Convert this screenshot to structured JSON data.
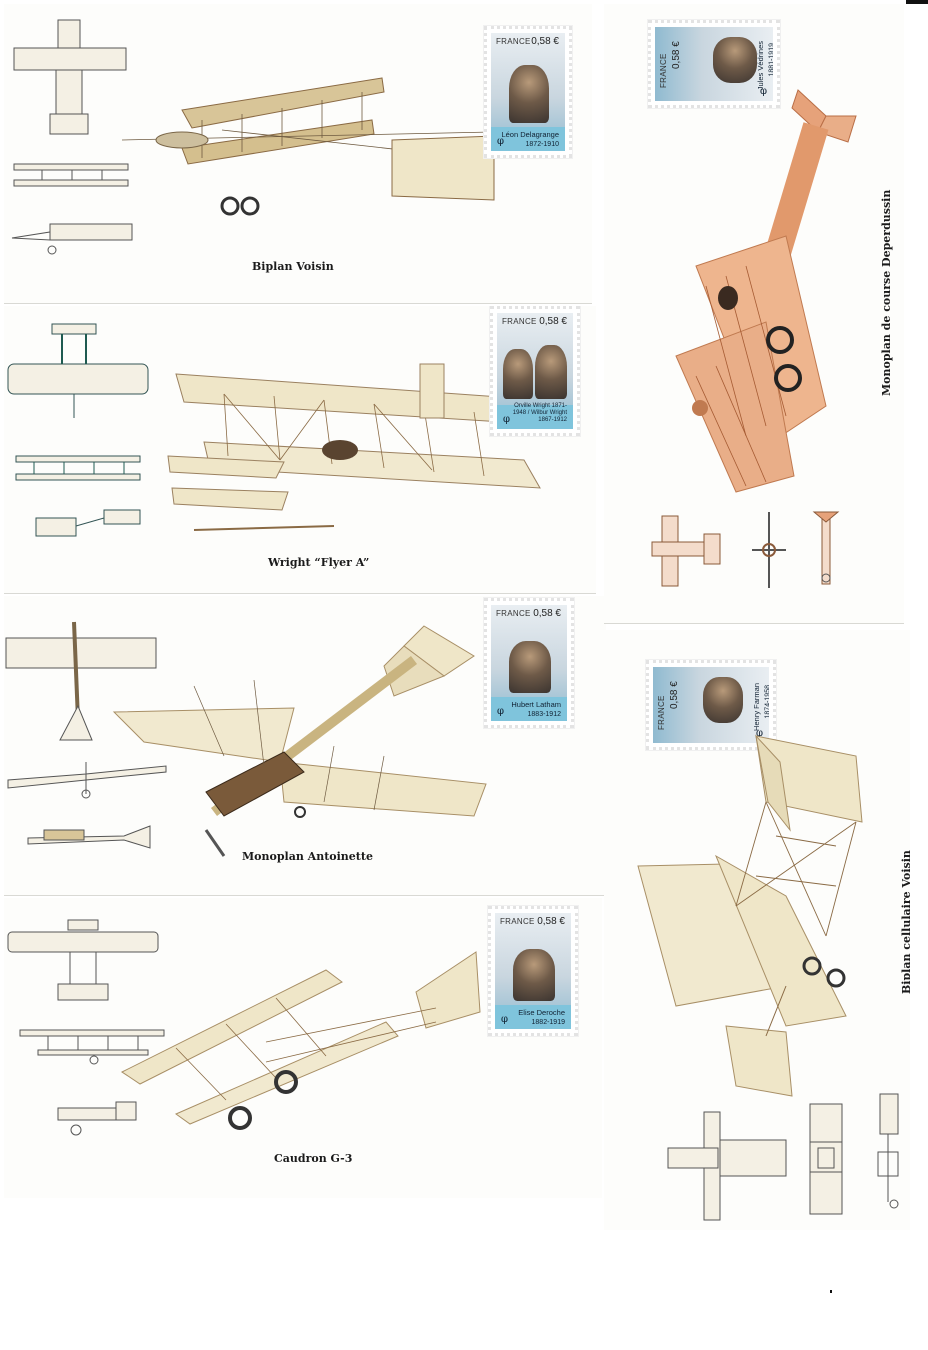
{
  "captions": {
    "voisin": "Biplan Voisin",
    "wright": "Wright “Flyer A”",
    "antoinette": "Monoplan Antoinette",
    "caudron": "Caudron G-3",
    "deperdussin": "Monoplan de course Deperdussin",
    "cellulaire": "Biplan cellulaire Voisin"
  },
  "stamps": [
    {
      "country": "FRANCE",
      "value": "0,58 €",
      "name": "Léon Delagrange",
      "dates": "1872-1910"
    },
    {
      "country": "FRANCE",
      "value": "0,58 €",
      "name": "Orville Wright 1871-1948 / Wilbur Wright 1867-1912",
      "dates": ""
    },
    {
      "country": "FRANCE",
      "value": "0,58 €",
      "name": "Hubert Latham",
      "dates": "1883-1912"
    },
    {
      "country": "FRANCE",
      "value": "0,58 €",
      "name": "Elise Deroche",
      "dates": "1882-1919"
    },
    {
      "country": "FRANCE",
      "value": "0,58 €",
      "name": "Jules Védrines",
      "dates": "1881-1919"
    },
    {
      "country": "FRANCE",
      "value": "0,58 €",
      "name": "Henry Farman",
      "dates": "1874-1958"
    }
  ],
  "colors": {
    "paper": "#fdfdfb",
    "wing_cream": "#efe6c8",
    "wing_orange": "#e6a27a",
    "frame_brown": "#8a6a44",
    "blueprint_line": "#3a3a3a",
    "stamp_band": "#7fc4dc"
  }
}
